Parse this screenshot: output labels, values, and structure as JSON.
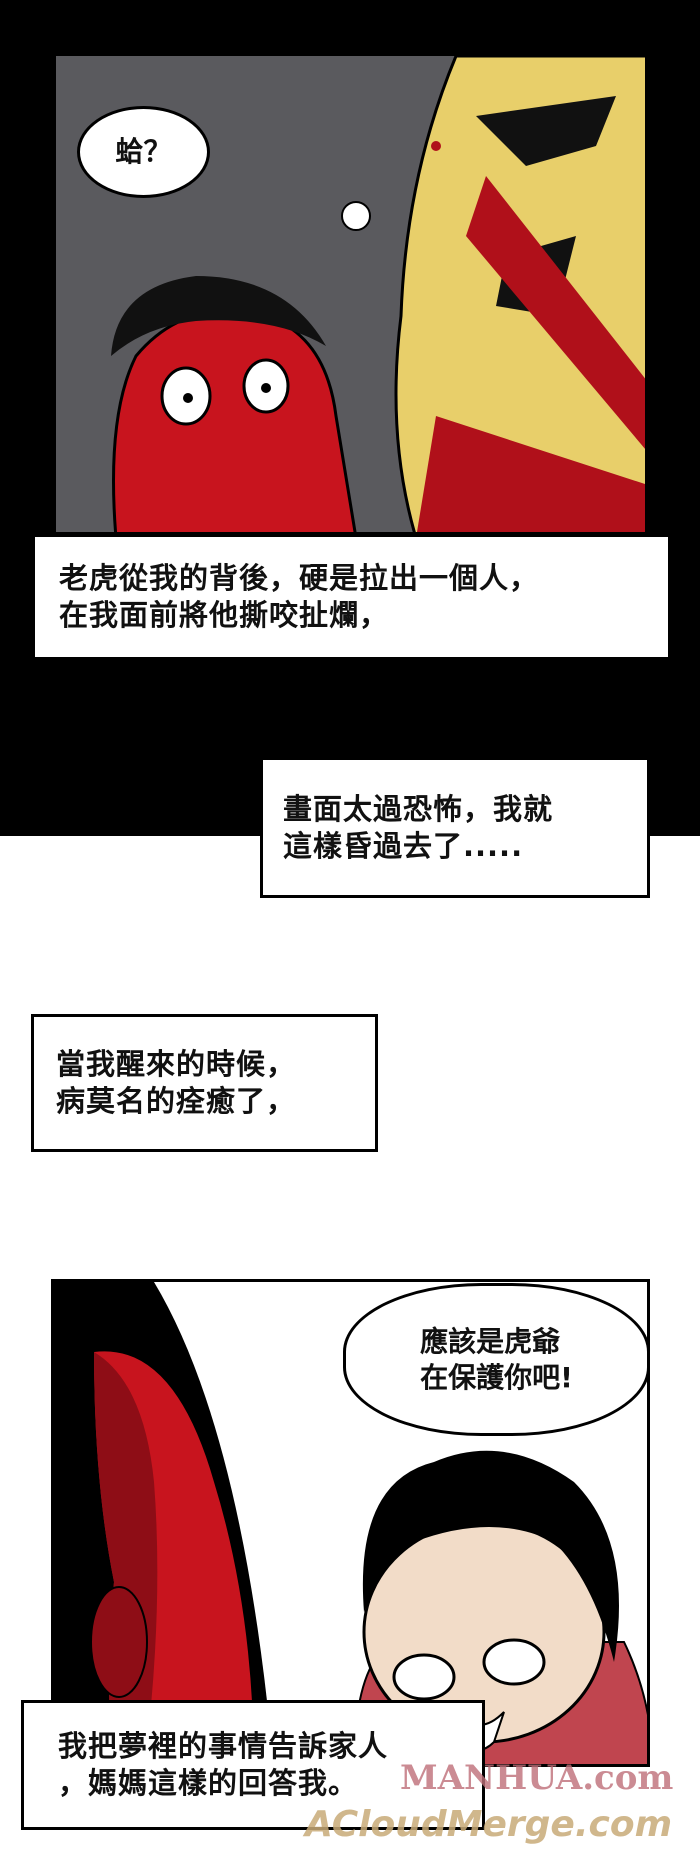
{
  "panel1": {
    "speech": "蛤？",
    "colors": {
      "background": "#5a5a5e",
      "skin": "#c8141e",
      "tiger": "#e8cf6a",
      "blood": "#b0101a"
    }
  },
  "captions": [
    {
      "text": "老虎從我的背後，硬是拉出一個人，\n在我面前將他撕咬扯爛，"
    },
    {
      "text": "畫面太過恐怖，我就\n這樣昏過去了....."
    },
    {
      "text": "當我醒來的時候，\n病莫名的痊癒了，"
    },
    {
      "text": "我把夢裡的事情告訴家人\n，媽媽這樣的回答我。"
    }
  ],
  "panel2": {
    "speech": "應該是虎爺\n在保護你吧!",
    "colors": {
      "hair": "#000000",
      "skin": "#f2dcc8",
      "shirt": "#c0454f",
      "red_figure": "#c8141e"
    }
  },
  "watermark": {
    "line1": "MANHUA.com",
    "line2": "ACloudMerge.com"
  }
}
